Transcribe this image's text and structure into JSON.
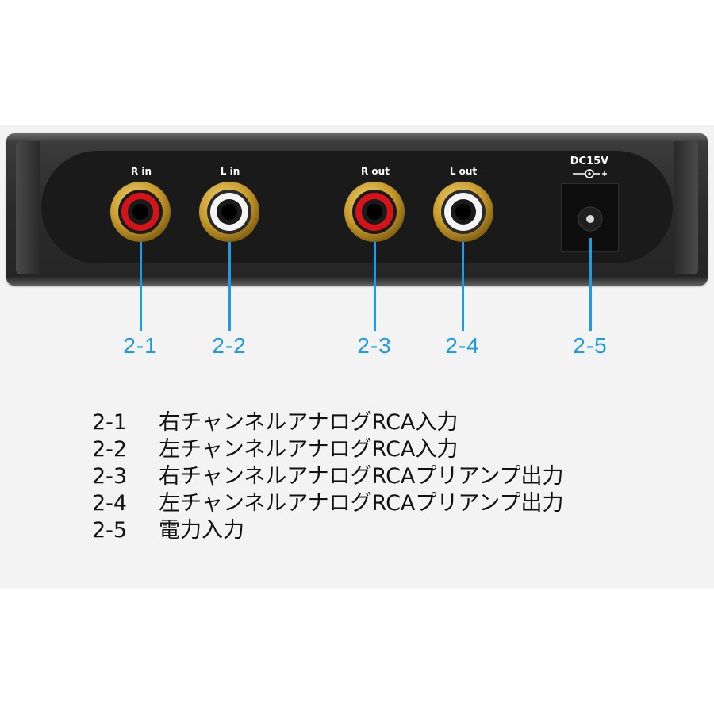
{
  "device": {
    "jacks": [
      {
        "label": "R in",
        "color": "#d4141a"
      },
      {
        "label": "L in",
        "color": "#ffffff"
      },
      {
        "label": "R out",
        "color": "#d4141a"
      },
      {
        "label": "L out",
        "color": "#ffffff"
      }
    ],
    "power_label": "DC15V",
    "power_icon": "dc-polarity-icon"
  },
  "callouts": [
    "2-1",
    "2-2",
    "2-3",
    "2-4",
    "2-5"
  ],
  "legend": [
    {
      "code": "2-1",
      "text": "右チャンネルアナログRCA入力"
    },
    {
      "code": "2-2",
      "text": "左チャンネルアナログRCA入力"
    },
    {
      "code": "2-3",
      "text": "右チャンネルアナログRCAプリアンプ出力"
    },
    {
      "code": "2-4",
      "text": "左チャンネルアナログRCAプリアンプ出力"
    },
    {
      "code": "2-5",
      "text": "電力入力"
    }
  ],
  "colors": {
    "accent": "#1c9be6",
    "gold": "#c79a2a"
  }
}
